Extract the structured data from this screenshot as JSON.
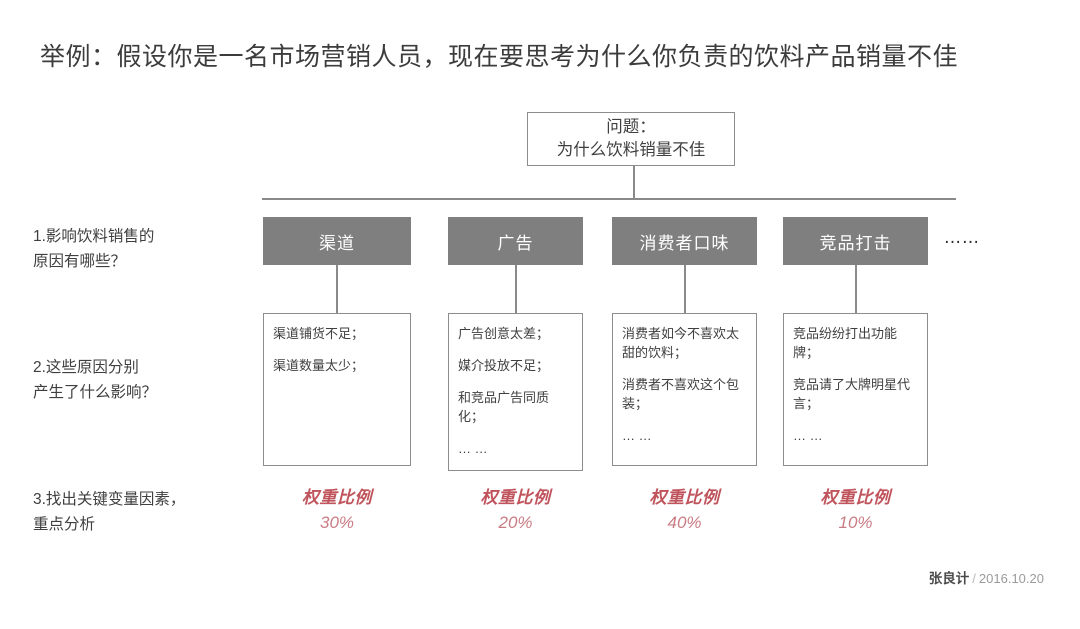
{
  "title": "举例：假设你是一名市场营销人员，现在要思考为什么你负责的饮料产品销量不佳",
  "problem": {
    "heading": "问题：",
    "statement": "为什么饮料销量不佳"
  },
  "steps": [
    {
      "id": "step-1",
      "text": "1.影响饮料销售的\n原因有哪些？"
    },
    {
      "id": "step-2",
      "text": "2.这些原因分别\n产生了什么影响？"
    },
    {
      "id": "step-3",
      "text": "3.找出关键变量因素，\n重点分析"
    }
  ],
  "ellipsis": "……",
  "branches": [
    {
      "category": "渠道",
      "details": [
        "渠道铺货不足；",
        "渠道数量太少；"
      ],
      "weight_label": "权重比例",
      "weight_value": "30%"
    },
    {
      "category": "广告",
      "details": [
        "广告创意太差；",
        "媒介投放不足；",
        "和竞品广告同质化；",
        "… …"
      ],
      "weight_label": "权重比例",
      "weight_value": "20%"
    },
    {
      "category": "消费者口味",
      "details": [
        "消费者如今不喜欢太甜的饮料；",
        "消费者不喜欢这个包装；",
        "… …"
      ],
      "weight_label": "权重比例",
      "weight_value": "40%"
    },
    {
      "category": "竞品打击",
      "details": [
        "竞品纷纷打出功能牌；",
        "竞品请了大牌明星代言；",
        "… …"
      ],
      "weight_label": "权重比例",
      "weight_value": "10%"
    }
  ],
  "footer": {
    "author": "张良计",
    "separator": "/",
    "date": "2016.10.20"
  },
  "colors": {
    "category_fill": "#7f7f7f",
    "line": "#8a8a8a",
    "text": "#3f3f3f",
    "weight_label": "#c0545c",
    "weight_value": "#c97c84"
  }
}
